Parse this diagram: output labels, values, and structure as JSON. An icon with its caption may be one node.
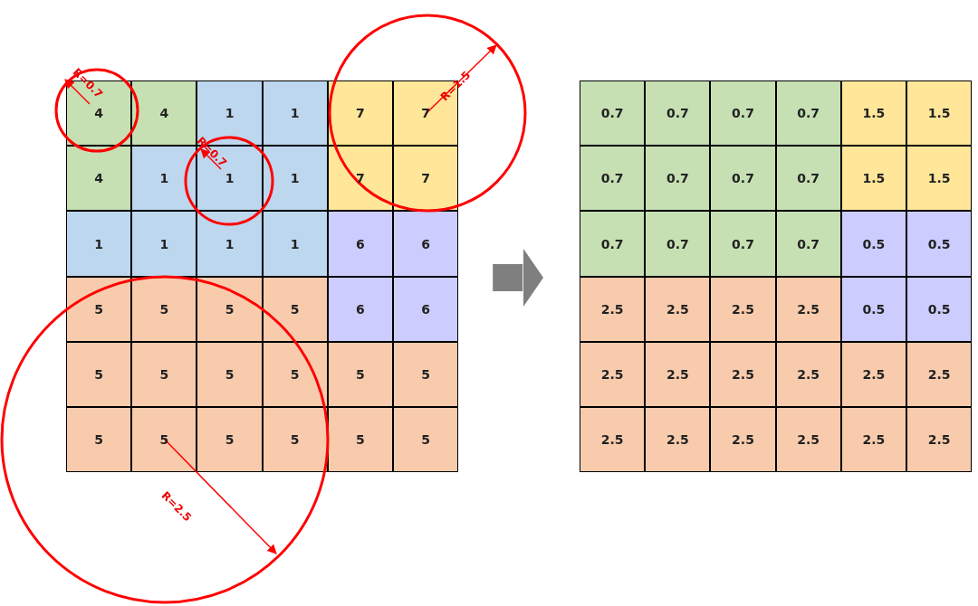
{
  "diagram": {
    "nodes": [
      {
        "text": [],
        "shape": "box"
      },
      {
        "text": [],
        "shape": "box"
      }
    ],
    "edges": [
      {
        "from": 0,
        "to": 1,
        "arrow": "to"
      }
    ],
    "labels": [
      "4",
      "4",
      "1",
      "1",
      "7",
      "7",
      "4",
      "1",
      "1",
      "1",
      "7",
      "7",
      "1",
      "1",
      "1",
      "1",
      "6",
      "6",
      "5",
      "5",
      "5",
      "5",
      "6",
      "6",
      "5",
      "5",
      "5",
      "5",
      "5",
      "5",
      "5",
      "5",
      "5",
      "5",
      "5",
      "5",
      "0.7",
      "0.7",
      "0.7",
      "0.7",
      "1.5",
      "1.5",
      "0.7",
      "0.7",
      "0.7",
      "0.7",
      "1.5",
      "1.5",
      "0.7",
      "0.7",
      "0.7",
      "0.7",
      "0.5",
      "0.5",
      "2.5",
      "2.5",
      "2.5",
      "2.5",
      "0.5",
      "0.5",
      "2.5",
      "2.5",
      "2.5",
      "2.5",
      "2.5",
      "2.5",
      "2.5",
      "2.5",
      "2.5",
      "2.5",
      "2.5",
      "2.5",
      "R=0.7",
      "R=1.5",
      "R=0.7",
      "R=2.5"
    ]
  }
}
